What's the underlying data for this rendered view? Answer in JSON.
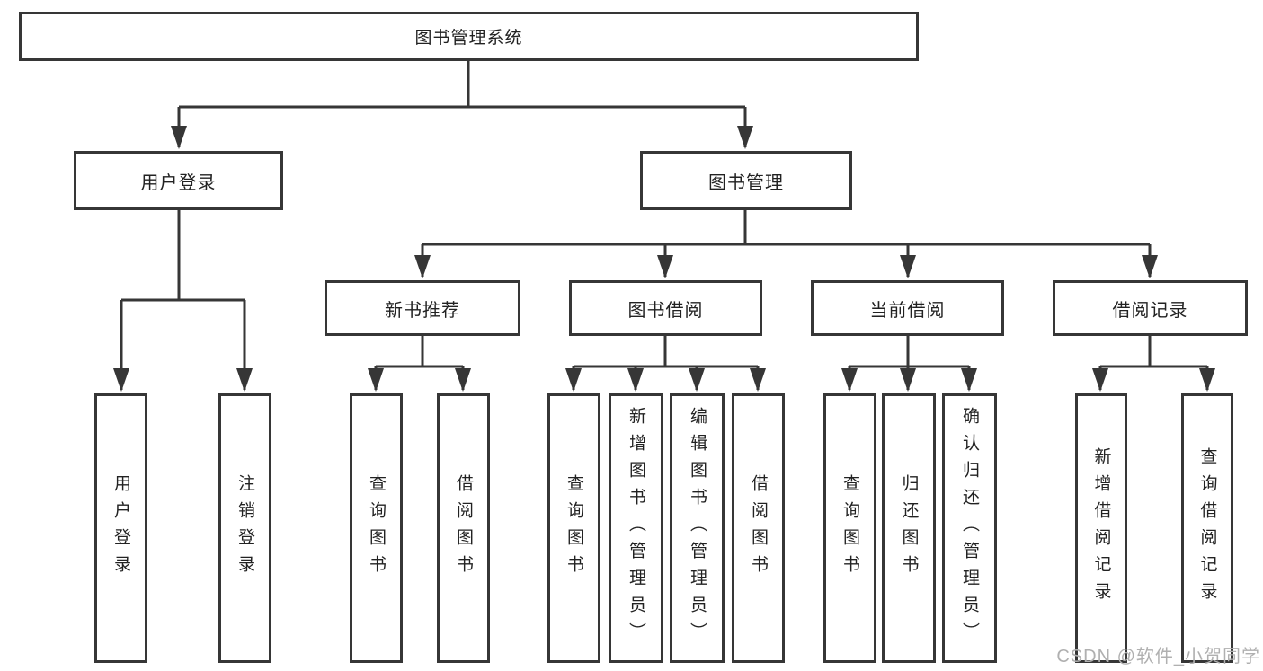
{
  "tree": {
    "root": {
      "label": "图书管理系统"
    },
    "branches": [
      {
        "label": "用户登录",
        "children": [
          {
            "label": "用户登录"
          },
          {
            "label": "注销登录"
          }
        ]
      },
      {
        "label": "图书管理",
        "children": [
          {
            "label": "新书推荐",
            "children": [
              {
                "label": "查询图书"
              },
              {
                "label": "借阅图书"
              }
            ]
          },
          {
            "label": "图书借阅",
            "children": [
              {
                "label": "查询图书"
              },
              {
                "label": "新增图书（管理员）"
              },
              {
                "label": "编辑图书（管理员）"
              },
              {
                "label": "借阅图书"
              }
            ]
          },
          {
            "label": "当前借阅",
            "children": [
              {
                "label": "查询图书"
              },
              {
                "label": "归还图书"
              },
              {
                "label": "确认归还（管理员）"
              }
            ]
          },
          {
            "label": "借阅记录",
            "children": [
              {
                "label": "新增借阅记录"
              },
              {
                "label": "查询借阅记录"
              }
            ]
          }
        ]
      }
    ]
  },
  "watermark": {
    "text": "CSDN @软件_小贺同学"
  },
  "colors": {
    "line": "#363636",
    "text": "#222222",
    "watermark": "#b0b0b0",
    "background": "#ffffff"
  }
}
